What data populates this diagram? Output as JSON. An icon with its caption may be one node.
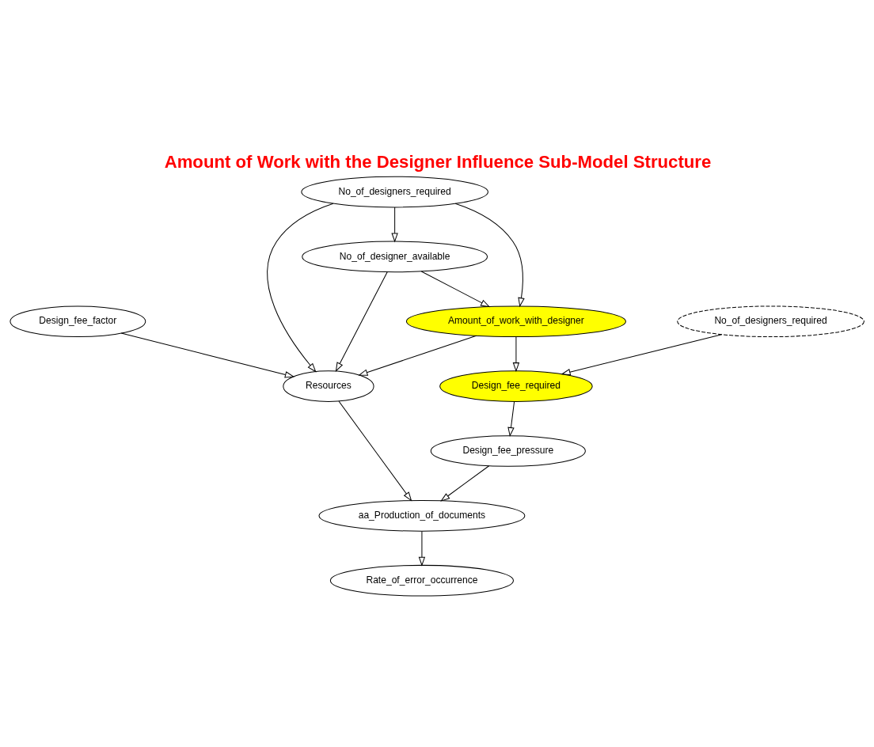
{
  "diagram": {
    "title": "Amount of Work with the Designer Influence Sub-Model Structure",
    "nodes": [
      {
        "text": [
          "Design_fee_factor"
        ]
      },
      {
        "text": [
          "Resources"
        ]
      },
      {
        "text": [
          "No_of_designers_required"
        ]
      },
      {
        "text": [
          "No_of_designer_available"
        ]
      },
      {
        "text": [
          "aa_Production_of_documents"
        ]
      },
      {
        "text": [
          "Amount_of_work_with_designer"
        ]
      },
      {
        "text": [
          "Design_fee_required"
        ]
      },
      {
        "text": [
          "No_of_designers_required"
        ]
      },
      {
        "text": [
          "Design_fee_pressure"
        ]
      },
      {
        "text": [
          "Rate_of_error_occurrence"
        ]
      }
    ],
    "edges": [
      {
        "from": 0,
        "to": 1,
        "arrow": "to"
      },
      {
        "from": 2,
        "to": 1,
        "arrow": "to"
      },
      {
        "from": 2,
        "to": 3,
        "arrow": "to"
      },
      {
        "from": 3,
        "to": 1,
        "arrow": "to"
      },
      {
        "from": 3,
        "to": 5,
        "arrow": "to"
      },
      {
        "from": 2,
        "to": 5,
        "arrow": "to"
      },
      {
        "from": 5,
        "to": 1,
        "arrow": "to"
      },
      {
        "from": 1,
        "to": 4,
        "arrow": "to"
      },
      {
        "from": 5,
        "to": 6,
        "arrow": "to"
      },
      {
        "from": 7,
        "to": 6,
        "arrow": "to"
      },
      {
        "from": 6,
        "to": 8,
        "arrow": "to"
      },
      {
        "from": 8,
        "to": 4,
        "arrow": "to"
      },
      {
        "from": 4,
        "to": 9,
        "arrow": "to"
      }
    ]
  }
}
